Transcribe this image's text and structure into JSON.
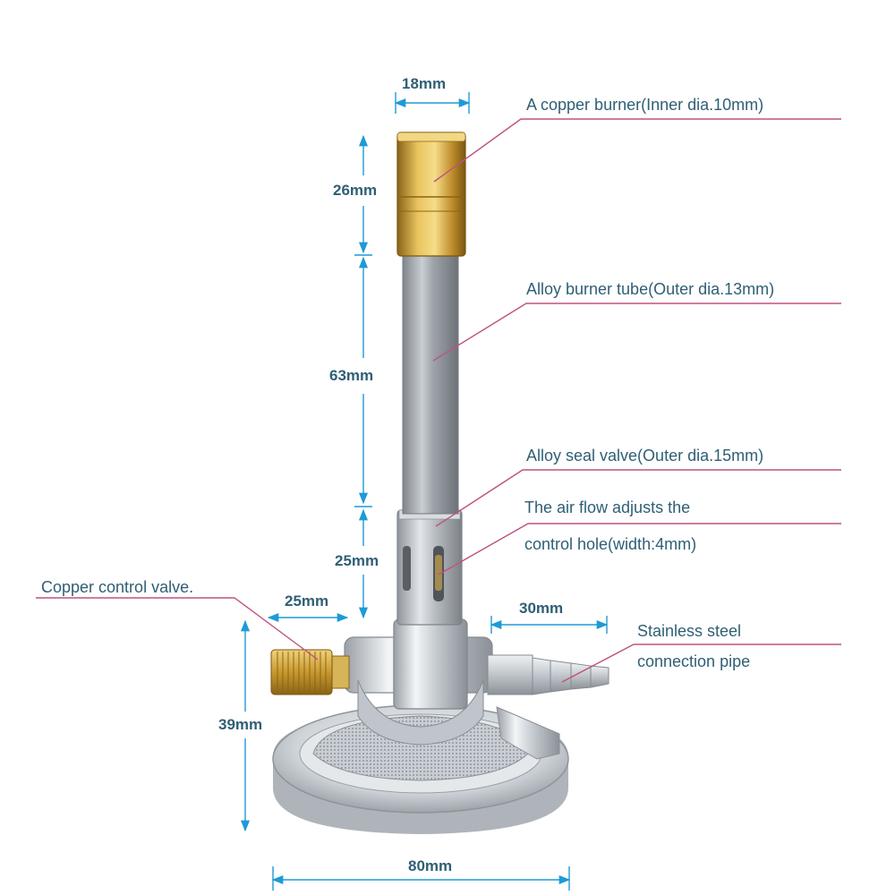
{
  "colors": {
    "leader_line": "#c0527f",
    "dimension_arrow": "#1e9ad6",
    "text": "#2f5f75",
    "brass": "#c79a34",
    "chrome": "#c6ccd2"
  },
  "labels": {
    "copper_burner": "A copper burner(Inner dia.10mm)",
    "burner_tube": "Alloy burner tube(Outer dia.13mm)",
    "seal_valve": "Alloy seal valve(Outer dia.15mm)",
    "air_flow_line1": "The air flow adjusts the",
    "air_flow_line2": "control hole(width:4mm)",
    "control_valve": "Copper control valve.",
    "connection_pipe_line1": "Stainless steel",
    "connection_pipe_line2": "connection pipe"
  },
  "dimensions": {
    "burner_width": "18mm",
    "burner_height": "26mm",
    "tube_height": "63mm",
    "seal_height": "25mm",
    "valve_length": "25mm",
    "pipe_length": "30mm",
    "base_height": "39mm",
    "base_width": "80mm"
  }
}
